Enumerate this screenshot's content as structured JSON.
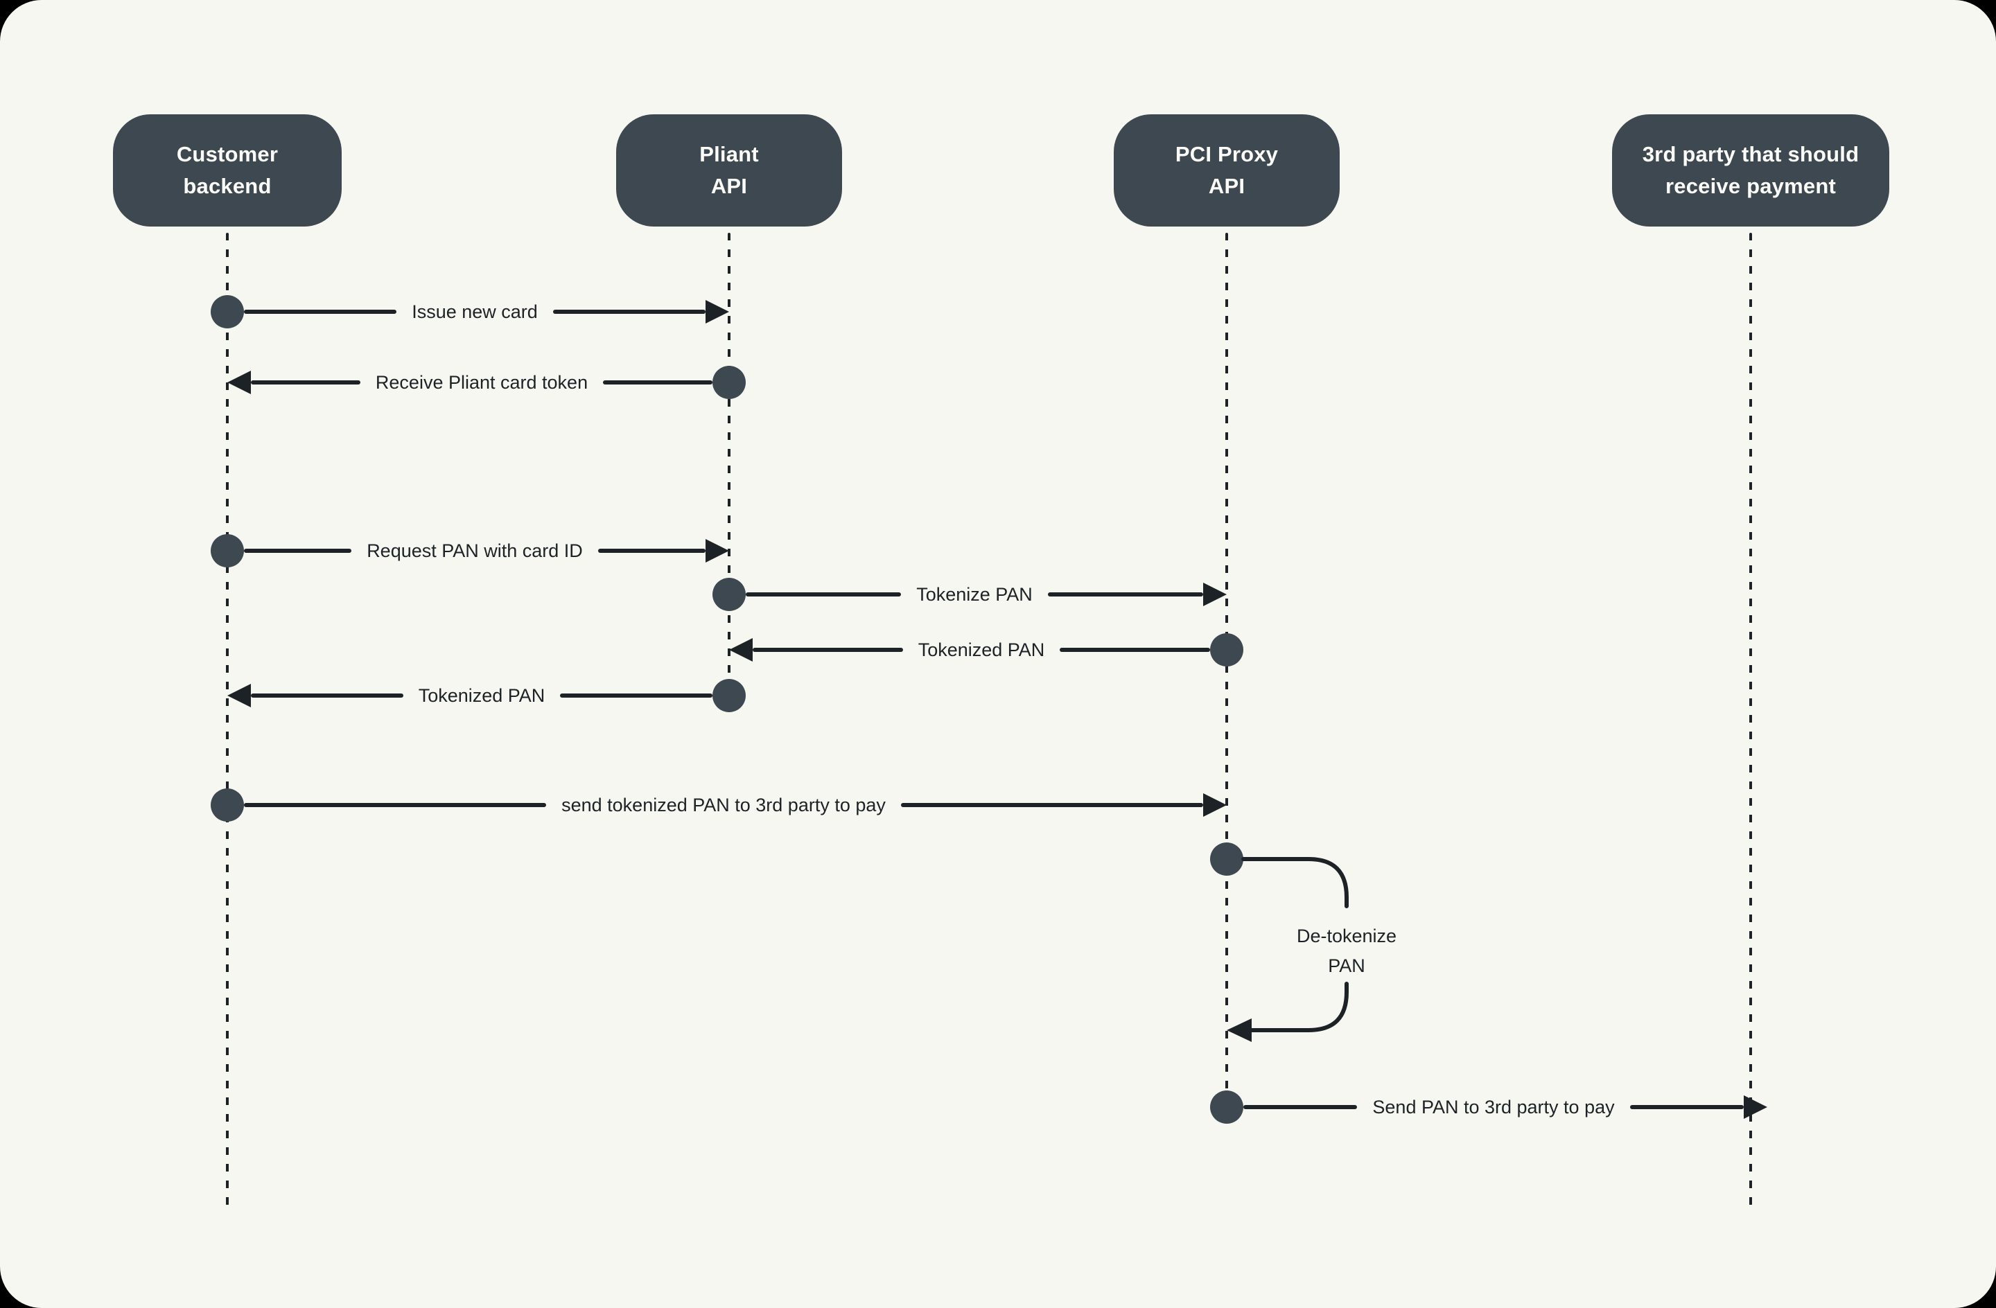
{
  "diagram": {
    "type": "sequence-diagram",
    "colors": {
      "canvas_background": "#000000",
      "surface_background": "#F7F7F1",
      "node_fill": "#3E4850",
      "node_text": "#FCFCF9",
      "line_and_text": "#1D2226"
    }
  },
  "actors": [
    {
      "id": "customer-backend",
      "label": "Customer\nbackend"
    },
    {
      "id": "pliant-api",
      "label": "Pliant\nAPI"
    },
    {
      "id": "pci-proxy-api",
      "label": "PCI Proxy\nAPI"
    },
    {
      "id": "third-party",
      "label": "3rd party that should\nreceive payment"
    }
  ],
  "messages": [
    {
      "label": "Issue new card",
      "from": "Customer backend",
      "to": "Pliant API",
      "direction": "right"
    },
    {
      "label": "Receive Pliant card token",
      "from": "Pliant API",
      "to": "Customer backend",
      "direction": "left"
    },
    {
      "label": "Request PAN with card ID",
      "from": "Customer backend",
      "to": "Pliant API",
      "direction": "right"
    },
    {
      "label": "Tokenize PAN",
      "from": "Pliant API",
      "to": "PCI Proxy API",
      "direction": "right"
    },
    {
      "label": "Tokenized PAN",
      "from": "PCI Proxy API",
      "to": "Pliant API",
      "direction": "left"
    },
    {
      "label": "Tokenized PAN",
      "from": "Pliant API",
      "to": "Customer backend",
      "direction": "left"
    },
    {
      "label": "send tokenized PAN to 3rd party to pay",
      "from": "Customer backend",
      "to": "PCI Proxy API",
      "direction": "right"
    },
    {
      "label": "De-tokenize PAN",
      "from": "PCI Proxy API",
      "to": "PCI Proxy API",
      "direction": "self"
    },
    {
      "label": "Send PAN to 3rd party to pay",
      "from": "PCI Proxy API",
      "to": "3rd party that should receive payment",
      "direction": "right"
    }
  ]
}
